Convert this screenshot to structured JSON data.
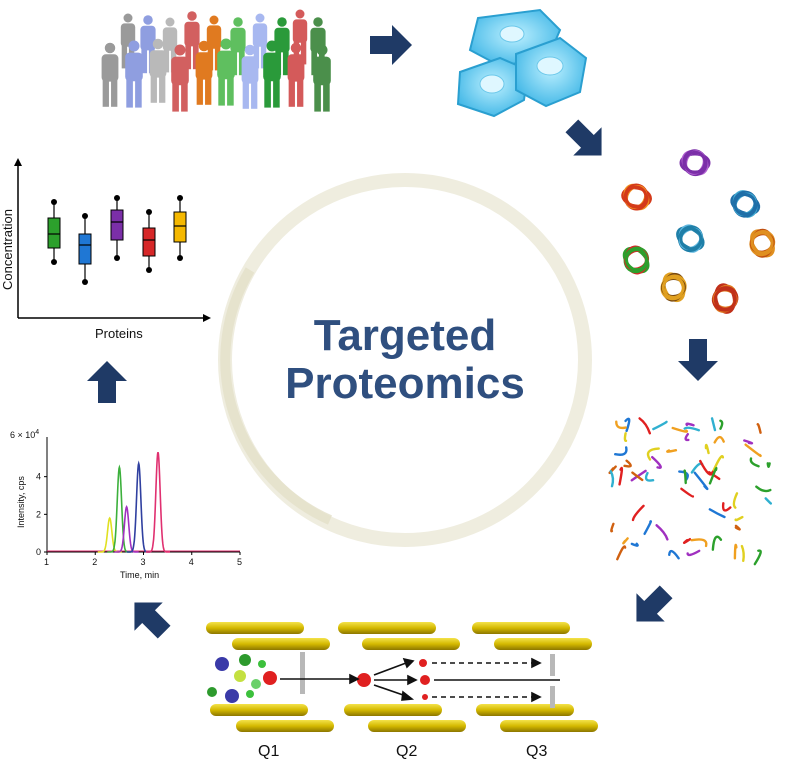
{
  "title": {
    "line1": "Targeted",
    "line2": "Proteomics"
  },
  "boxplot": {
    "ylabel": "Concentration",
    "xlabel": "Proteins",
    "boxes": [
      {
        "color": "#2ca02c"
      },
      {
        "color": "#1f77d4"
      },
      {
        "color": "#7b2fa8"
      },
      {
        "color": "#d62728"
      },
      {
        "color": "#f5b800"
      }
    ]
  },
  "chromatogram": {
    "ymax_label": "6 × 10",
    "ymax_exp": "4",
    "ylabel": "Intensity, cps",
    "xlabel": "Time, min",
    "x_ticks": [
      "1",
      "2",
      "3",
      "4",
      "5"
    ],
    "y_ticks": [
      "0",
      "2",
      "4"
    ]
  },
  "quadrupoles": {
    "q1": "Q1",
    "q2": "Q2",
    "q3": "Q3"
  },
  "colors": {
    "arrow": "#1f3a66",
    "title": "#2f4f7f",
    "rod": "#d4b800"
  },
  "chart_data": {
    "type": "line",
    "xlabel": "Time, min",
    "ylabel": "Intensity, cps",
    "xlim": [
      1,
      5
    ],
    "ylim": [
      0,
      60000
    ],
    "series": [
      {
        "color": "#e0e020",
        "x": [
          2.3
        ],
        "y": [
          18000
        ]
      },
      {
        "color": "#3cb03c",
        "x": [
          2.5
        ],
        "y": [
          45000
        ]
      },
      {
        "color": "#a030c0",
        "x": [
          2.65
        ],
        "y": [
          24000
        ]
      },
      {
        "color": "#3040a0",
        "x": [
          2.9
        ],
        "y": [
          47000
        ]
      },
      {
        "color": "#e03070",
        "x": [
          3.3
        ],
        "y": [
          53000
        ]
      }
    ]
  }
}
